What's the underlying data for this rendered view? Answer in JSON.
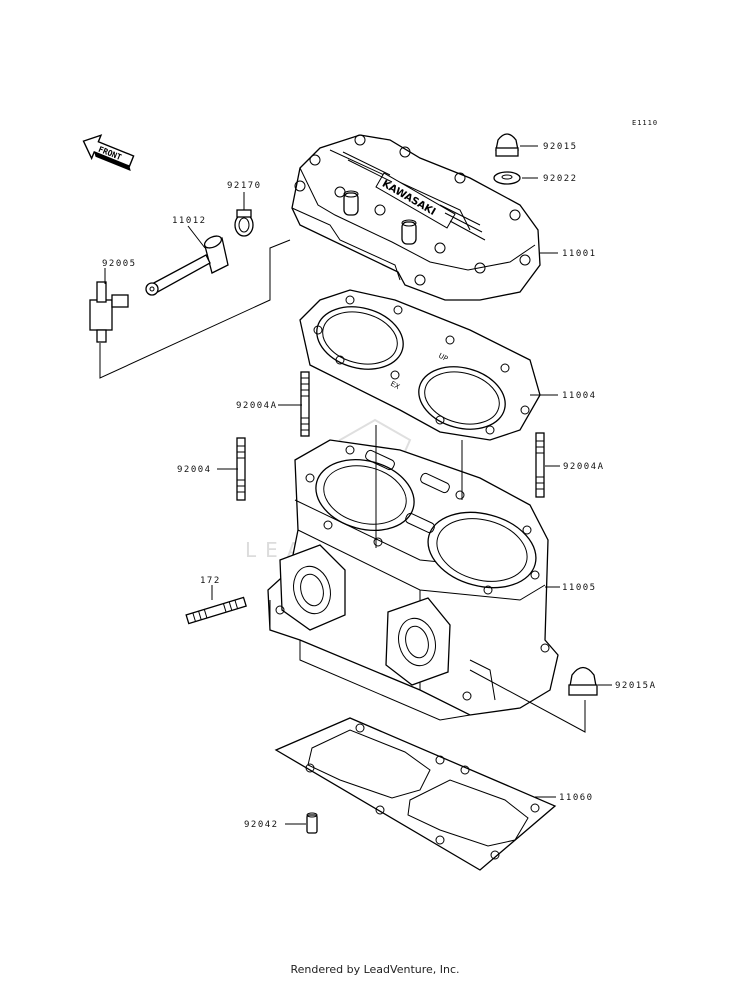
{
  "diagram": {
    "reference_code": "E1110",
    "front_indicator": "FRONT",
    "watermark": "LEADVENTURE",
    "head_embossing": "KAWASAKI",
    "gasket_marks": {
      "up": "UP",
      "ex": "EX"
    },
    "callouts": {
      "p92015": "92015",
      "p92022": "92022",
      "p92170": "92170",
      "p11012": "11012",
      "p92005": "92005",
      "p11001": "11001",
      "p11004": "11004",
      "p92004A_left": "92004A",
      "p92004": "92004",
      "p92004A_right": "92004A",
      "p172": "172",
      "p11005": "11005",
      "p92015A": "92015A",
      "p11060": "11060",
      "p92042": "92042"
    }
  },
  "footer": {
    "credit": "Rendered by LeadVenture, Inc."
  }
}
